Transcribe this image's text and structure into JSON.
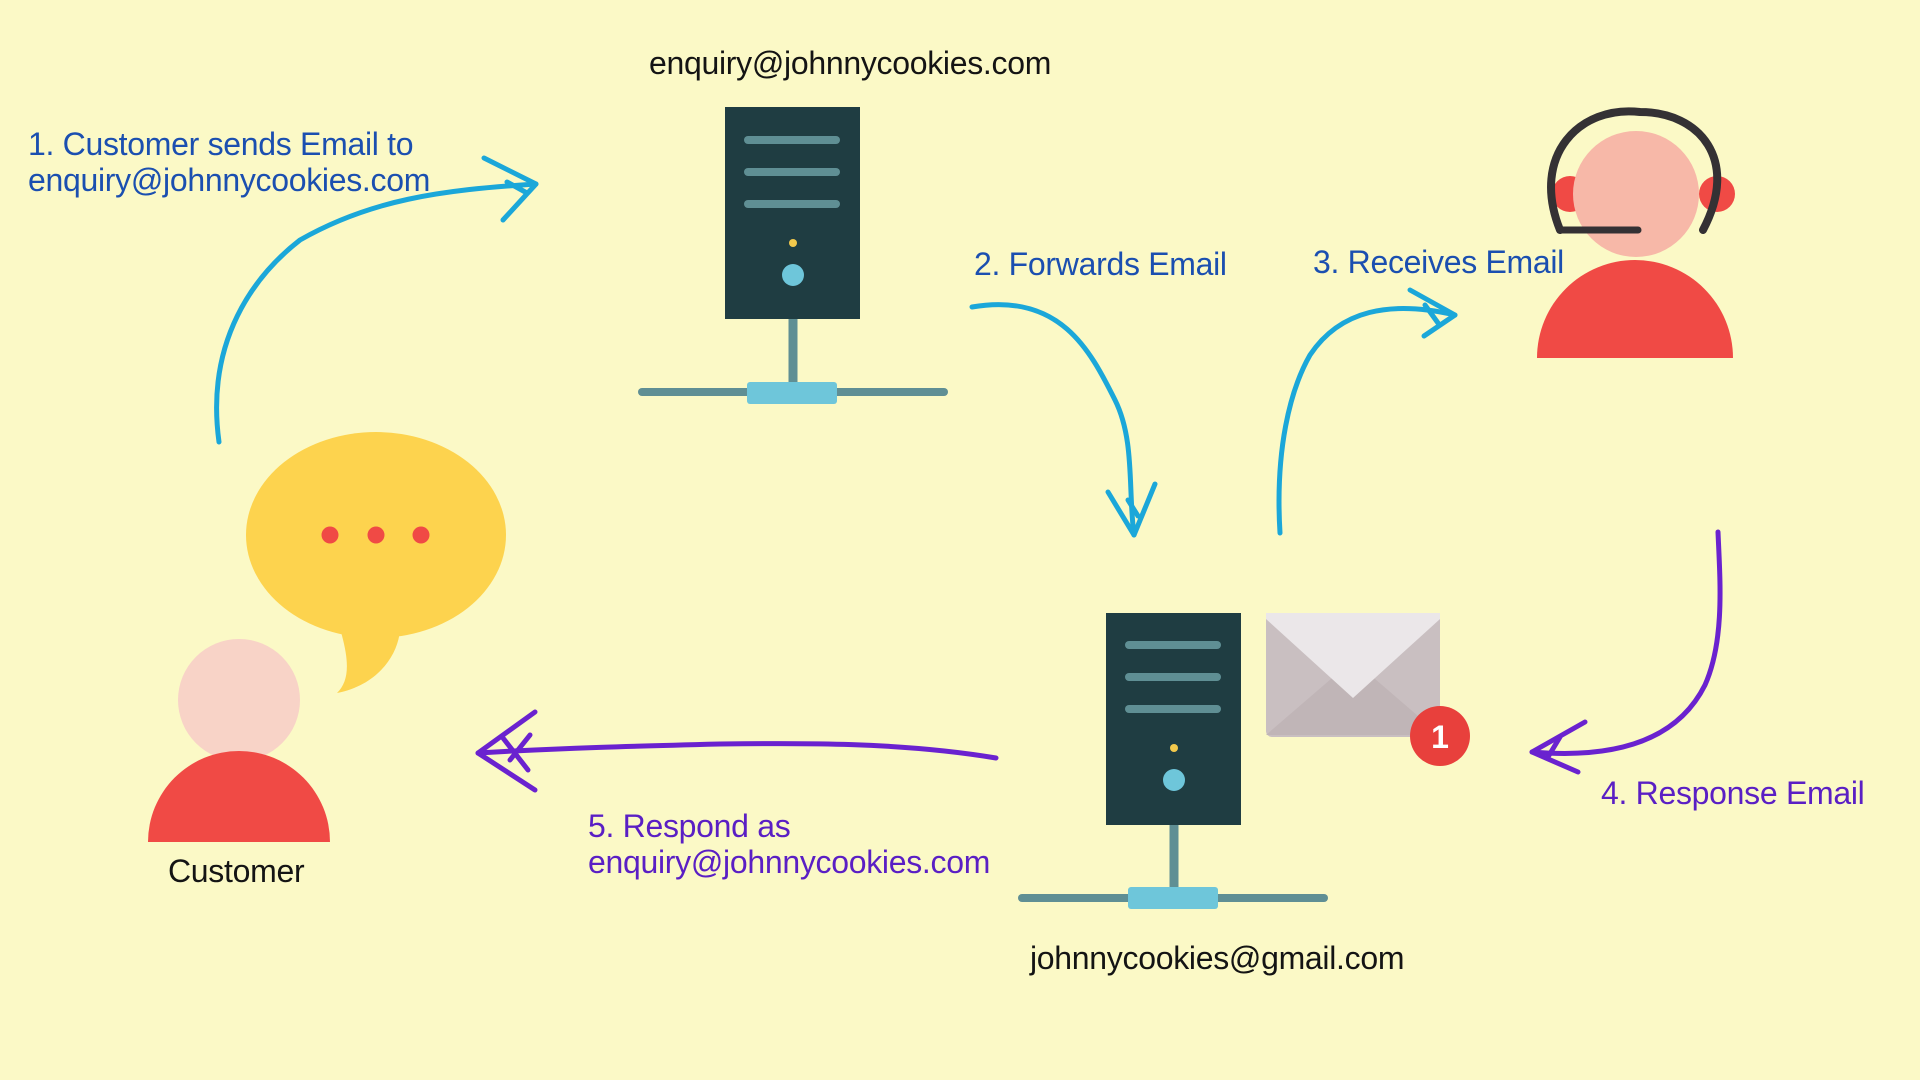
{
  "colors": {
    "background": "#fbf9c6",
    "server_body": "#1f3d42",
    "server_accent": "#6ec6da",
    "flow_blue": "#1ba7d9",
    "flow_purple": "#6a22cf",
    "person_red": "#f04a45",
    "skin": "#f7b8a8",
    "bubble_yellow": "#fdd34e",
    "envelope": "#d9d2d4",
    "badge_red": "#e8403c"
  },
  "icons": {
    "customer": "person-icon",
    "speech": "speech-bubble-icon",
    "server": "server-icon",
    "agent": "support-agent-icon",
    "mail": "envelope-icon",
    "badge": "notification-badge"
  },
  "labels": {
    "server_top": "enquiry@johnnycookies.com",
    "server_bottom": "johnnycookies@gmail.com",
    "customer": "Customer",
    "badge_count": "1"
  },
  "steps": [
    {
      "line1": "1. Customer sends Email to",
      "line2": "enquiry@johnnycookies.com"
    },
    {
      "line1": "2. Forwards Email"
    },
    {
      "line1": "3. Receives Email"
    },
    {
      "line1": "4. Response Email"
    },
    {
      "line1": "5. Respond as",
      "line2": "enquiry@johnnycookies.com"
    }
  ]
}
